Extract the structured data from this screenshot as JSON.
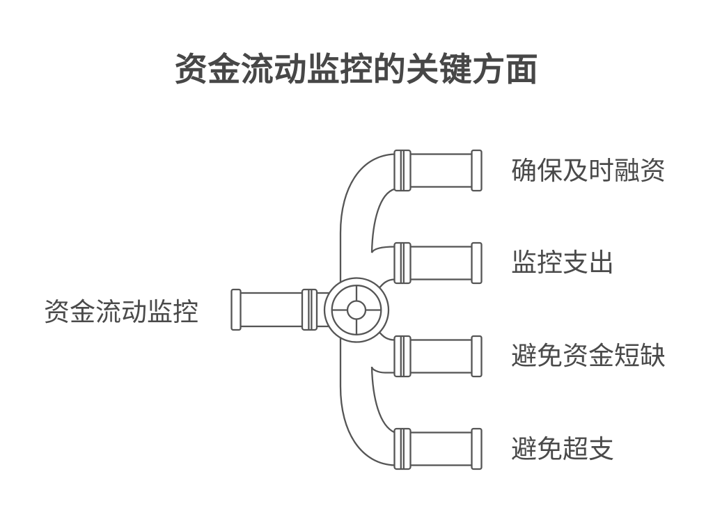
{
  "page": {
    "background": "#ffffff"
  },
  "title": {
    "text": "资金流动监控的关键方面",
    "color": "#474747"
  },
  "diagram": {
    "type": "pipe-manifold",
    "root": {
      "label": "资金流动监控"
    },
    "branches": [
      {
        "label": "确保及时融资"
      },
      {
        "label": "监控支出"
      },
      {
        "label": "避免资金短缺"
      },
      {
        "label": "避免超支"
      }
    ],
    "colors": {
      "pipe_outline": "#555555",
      "pipe_fill": "#ffffff",
      "label_text": "#4a4a4a",
      "title_text": "#474747"
    }
  }
}
